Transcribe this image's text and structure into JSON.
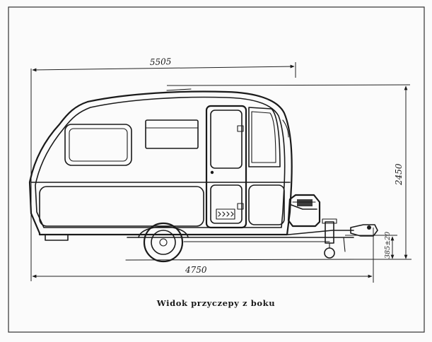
{
  "drawing": {
    "dimension_top_length": "5505",
    "dimension_height": "2450",
    "dimension_bottom_length": "4750",
    "dimension_clearance": "385±20",
    "caption": "Widok przyczepy z boku"
  }
}
